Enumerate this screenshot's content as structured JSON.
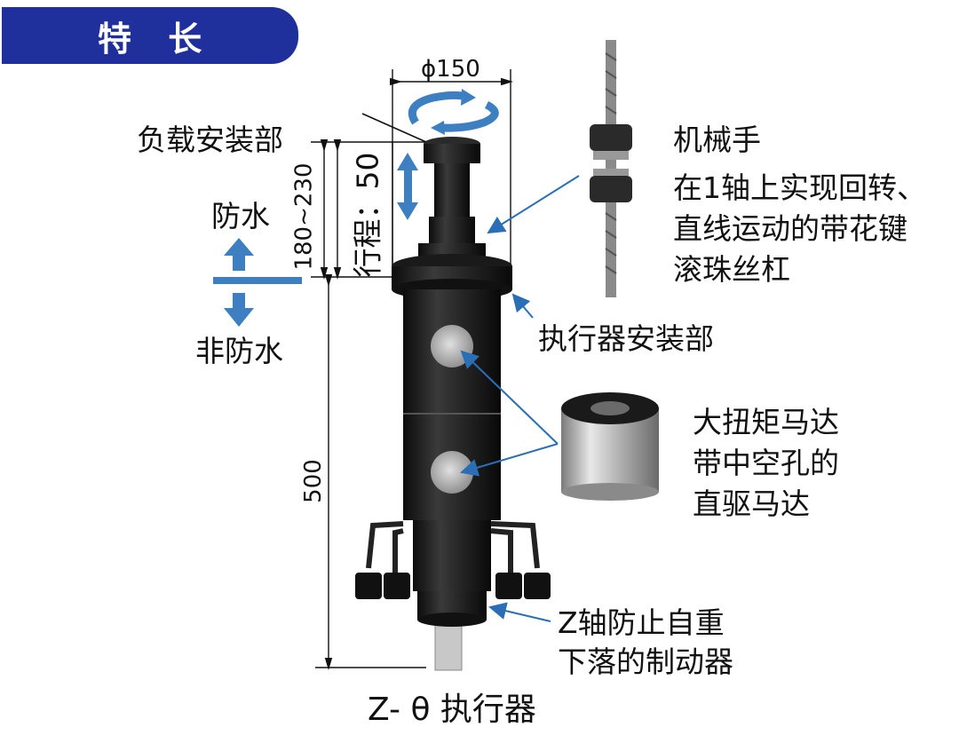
{
  "header": {
    "title": "特 长"
  },
  "dimensions": {
    "diameter": "ϕ150",
    "height_range": "180~230",
    "stroke": "行程：50",
    "lower_length": "500"
  },
  "labels": {
    "load_mount": "负载安装部",
    "waterproof": "防水",
    "non_waterproof": "非防水",
    "robot_arm": "机械手",
    "robot_desc": [
      "在1轴上实现回转、",
      "直线运动的带花键",
      "滚珠丝杠"
    ],
    "actuator_mount": "执行器安装部",
    "motor": [
      "大扭矩马达",
      "带中空孔的",
      "直驱马达"
    ],
    "brake": [
      "Z轴防止自重",
      "下落的制动器"
    ]
  },
  "caption": "Z- θ 执行器",
  "colors": {
    "badge": "#1f2f9c",
    "arrow": "#3d7fc1",
    "leader": "#2a6fb5",
    "body": "#1c1c1c"
  }
}
